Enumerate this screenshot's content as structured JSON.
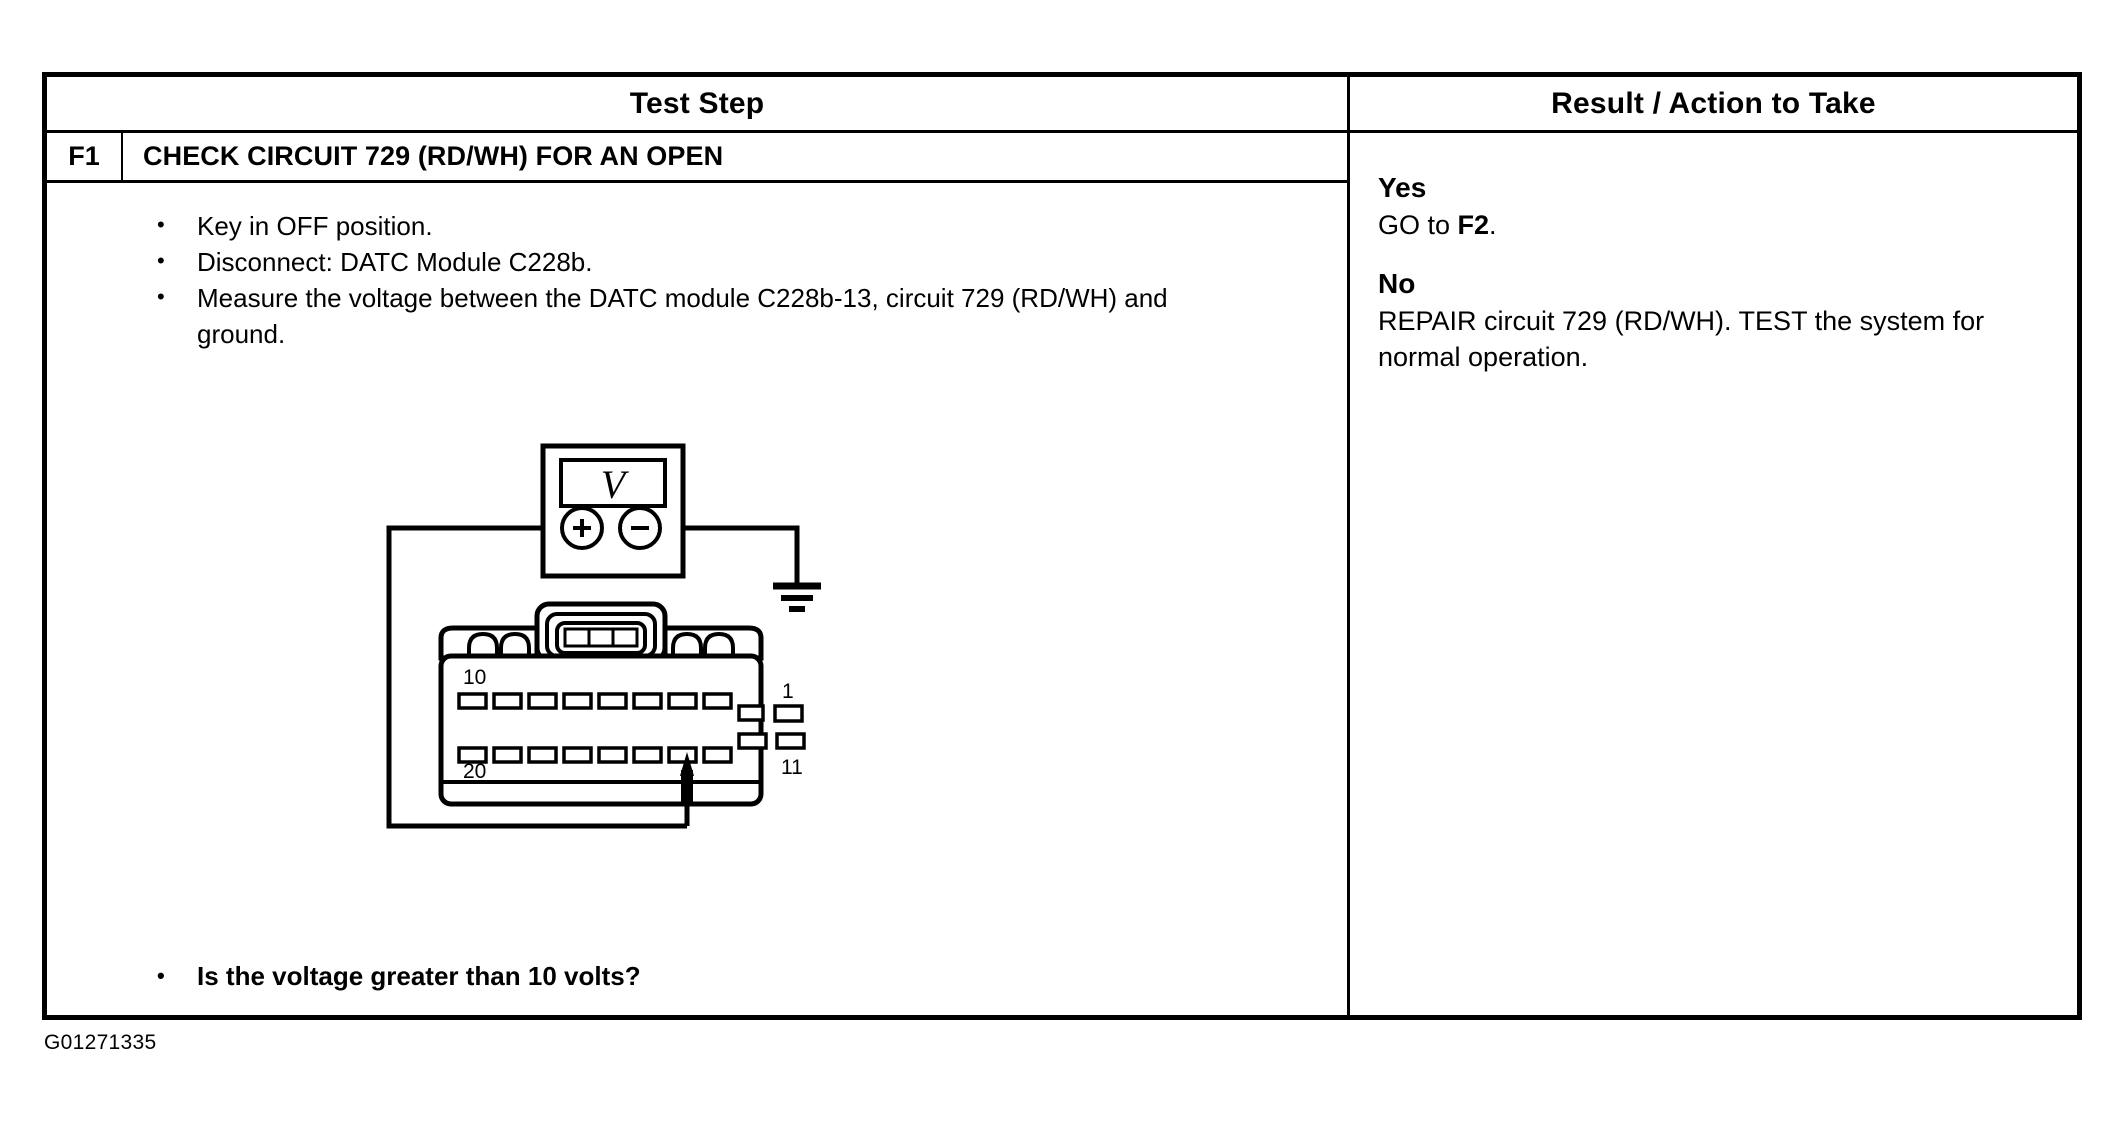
{
  "document": {
    "figure_id": "G01271335"
  },
  "table": {
    "headers": {
      "test_step": "Test Step",
      "result_action": "Result / Action to Take"
    },
    "step": {
      "id": "F1",
      "title": "CHECK CIRCUIT 729 (RD/WH) FOR AN OPEN",
      "bullets": [
        "Key in OFF position.",
        "Disconnect: DATC Module C228b.",
        "Measure the voltage between the DATC module C228b-13, circuit 729 (RD/WH) and ground."
      ],
      "question": "Is the voltage greater than 10 volts?"
    },
    "results": [
      {
        "label": "Yes",
        "text_before": "GO to ",
        "text_bold": "F2",
        "text_after": "."
      },
      {
        "label": "No",
        "text_before": "REPAIR circuit 729 (RD/WH). TEST the system for normal operation.",
        "text_bold": "",
        "text_after": ""
      }
    ]
  },
  "figure": {
    "meter": {
      "display_symbol": "V",
      "positive_terminal": "+",
      "negative_terminal": "−"
    },
    "connector": {
      "name": "C228b",
      "top_row_left_label": "10",
      "top_row_right_label": "1",
      "bottom_row_left_label": "20",
      "bottom_row_right_label": "11",
      "top_row_cavities": 8,
      "top_row_offset_cavities": 2,
      "bottom_row_cavities": 8,
      "bottom_row_offset_cavities": 2,
      "probed_pin": "13"
    },
    "ground_symbol": "earth-ground"
  },
  "colors": {
    "ink": "#000000",
    "paper": "#ffffff"
  }
}
